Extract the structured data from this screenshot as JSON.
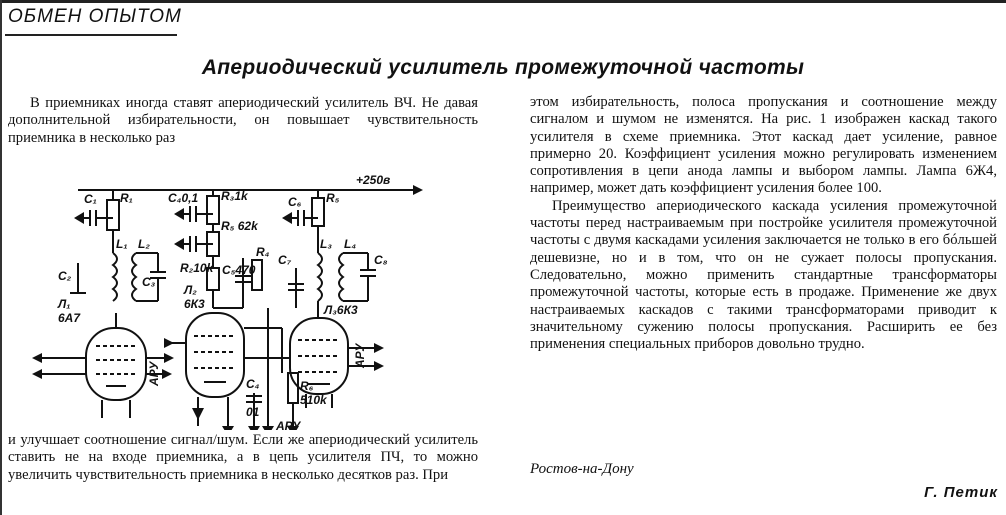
{
  "section": "ОБМЕН ОПЫТОМ",
  "title": "Апериодический усилитель промежуточной частоты",
  "left_col": {
    "p1": "В приемниках иногда ставят апериодический усилитель ВЧ. Не давая дополнительной избирательности, он повышает чувствительность приемника в несколько раз",
    "p2": "и улучшает соотношение сигнал/шум. Если же апериодический усилитель ставить не на входе приемника, а в цепь усилителя ПЧ, то можно увеличить чувствительность приемника в несколько десятков раз. При"
  },
  "right_col": {
    "p1": "этом избирательность, полоса пропускания и соотношение между сигналом и шумом не изменятся. На рис. 1 изображен каскад такого усилителя в схеме приемника. Этот каскад дает усиление, равное примерно 20. Коэффициент усиления можно регулировать изменением сопротивления в цепи анода лампы и выбором лампы. Лампа 6Ж4, например, может дать коэффициент усиления более 100.",
    "p2": "Преимущество апериодического каскада усиления промежуточной частоты перед настраиваемым при постройке усилителя промежуточной частоты с двумя каскадами усиления заключается не только в его бóльшей дешевизне, но и в том, что он не сужает полосы пропускания. Следовательно, можно применить стандартные трансформаторы промежуточной частоты, которые есть в продаже. Применение же двух настраиваемых каскадов с такими трансформаторами приводит к значительному сужению полосы пропускания. Расширить ее без применения специальных приборов довольно трудно."
  },
  "city": "Ростов-на-Дону",
  "author": "Г. Петик",
  "schematic": {
    "labels": {
      "c1": "C₁",
      "r1": "R₁",
      "c2": "C₂",
      "l1": "L₁",
      "l2": "L₂",
      "c3": "C₃",
      "lamp1": "Л₁",
      "lamp1_type": "6А7",
      "c4": "C₄0,1",
      "r3": "R₃1k",
      "r5b": "R₅ 62k",
      "r2": "R₂10k",
      "r4": "R₄",
      "lamp2": "Л₂",
      "lamp2_type": "6К3",
      "c5": "C₅470",
      "c6": "C₆",
      "r5": "R₅",
      "l3": "L₃",
      "l4": "L₄",
      "c7": "C₇",
      "c8": "C₈",
      "lamp3": "Л₃6К3",
      "c_bottom": "C₄",
      "c_bottom_val": "01",
      "r6": "R₆",
      "r6_val": "510k",
      "supply": "+250в",
      "agc1": "АРУ",
      "agc2": "АРУ",
      "agc3": "АРУ"
    }
  }
}
